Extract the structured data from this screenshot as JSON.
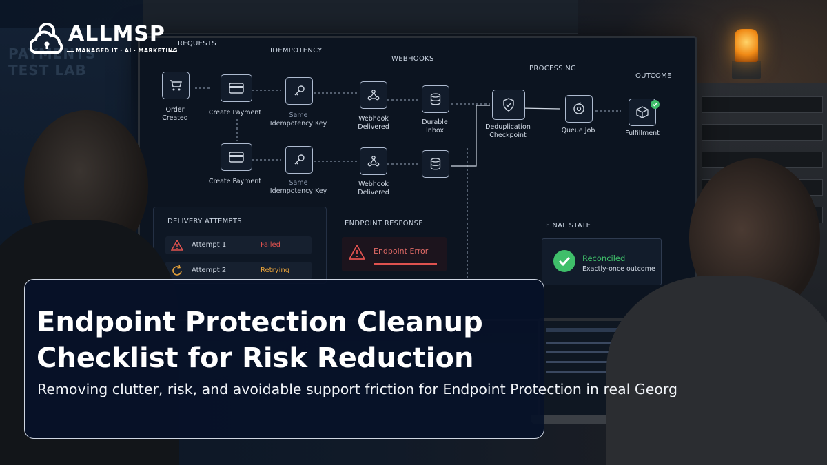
{
  "brand": {
    "name": "ALLMSP",
    "tagline": "MANAGED IT · AI · MARKETING"
  },
  "wall_sign": {
    "line1": "PAYMENTS",
    "line2": "TEST LAB"
  },
  "diagram": {
    "stages": {
      "requests": "REQUESTS",
      "idempotency": "IDEMPOTENCY",
      "webhooks": "WEBHOOKS",
      "processing": "PROCESSING",
      "outcome": "OUTCOME"
    },
    "nodes": {
      "order": [
        "Order",
        "Created"
      ],
      "create_payment_1": "Create Payment",
      "create_payment_2": "Create Payment",
      "idem_key_1": [
        "Same",
        "Idempotency Key"
      ],
      "idem_key_2": [
        "Same",
        "Idempotency Key"
      ],
      "webhook_1": [
        "Webhook",
        "Delivered"
      ],
      "webhook_2": [
        "Webhook",
        "Delivered"
      ],
      "inbox": [
        "Durable",
        "Inbox"
      ],
      "dedup": [
        "Deduplication",
        "Checkpoint"
      ],
      "queue": "Queue Job",
      "fulfillment": "Fulfillment"
    },
    "icons": {
      "order": "cart-icon",
      "payment": "credit-card-icon",
      "key": "key-icon",
      "webhook": "webhook-icon",
      "database": "database-icon",
      "shield": "shield-check-icon",
      "queue": "queue-gear-icon",
      "box": "box-icon",
      "check": "check-circle-icon"
    }
  },
  "delivery": {
    "title": "DELIVERY ATTEMPTS",
    "attempts": [
      {
        "label": "Attempt 1",
        "status": "Failed",
        "color": "#e0524f"
      },
      {
        "label": "Attempt 2",
        "status": "Retrying",
        "color": "#e8a33a"
      }
    ]
  },
  "endpoint": {
    "title": "ENDPOINT RESPONSE",
    "message": "Endpoint Error",
    "color": "#e0524f"
  },
  "final_state": {
    "title": "FINAL STATE",
    "status": "Reconciled",
    "detail": "Exactly-once outcome",
    "color": "#3fbf6a"
  },
  "article": {
    "title_line1": "Endpoint Protection Cleanup",
    "title_line2": "Checklist for Risk Reduction",
    "subtitle": "Removing clutter, risk, and avoidable support friction for Endpoint Protection in real Georg"
  }
}
